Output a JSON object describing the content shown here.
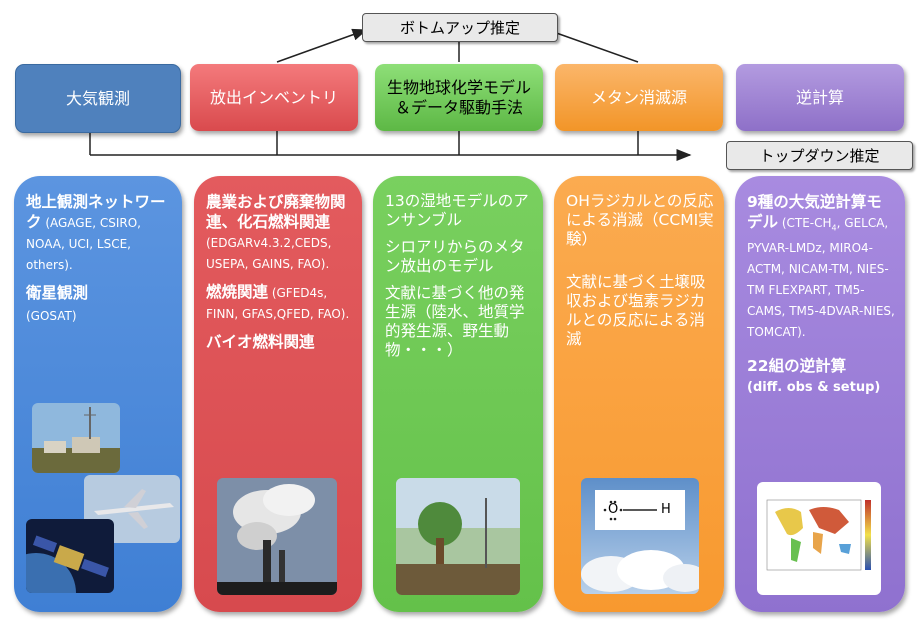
{
  "bottom_up_label": "ボトムアップ推定",
  "top_down_label": "トップダウン推定",
  "headers": {
    "atm": "大気観測",
    "inventory": "放出インベントリ",
    "bio_line1": "生物地球化学モデル",
    "bio_line2": "＆データ駆動手法",
    "sink": "メタン消滅源",
    "inverse": "逆計算"
  },
  "col1": {
    "big1": "地上観測ネットワーク",
    "sm1": " (AGAGE, CSIRO, NOAA, UCI, LSCE, others).",
    "big2": "衛星観測",
    "sm2": "(GOSAT)"
  },
  "col2": {
    "big1": "農業および廃棄物関連、化石燃料関連",
    "sm1": "(EDGARv4.3.2,CEDS, USEPA, GAINS, FAO).",
    "big2": "燃焼関連",
    "sm2": " (GFED4s, FINN, GFAS,QFED, FAO).",
    "big3": "バイオ燃料関連"
  },
  "col3": {
    "p1": "13の湿地モデルのアンサンブル",
    "p2": "シロアリからのメタン放出のモデル",
    "p3": "文献に基づく他の発生源（陸水、地質学的発生源、野生動物・・・）"
  },
  "col4": {
    "p1_a": "OHラジカルとの反応による消滅",
    "p1_b": "（CCMI実験）",
    "p2": "文献に基づく土壌吸収および塩素ラジカルとの反応による消滅"
  },
  "col5": {
    "big1": "9種の大気逆計算モデル",
    "sm1_a": " (CTE-CH",
    "sm1_sub": "4",
    "sm1_b": ", GELCA, PYVAR-LMDz, MIRO4-ACTM, NICAM-TM, NIES-TM FLEXPART, TM5-CAMS, TM5-4DVAR-NIES, TOMCAT).",
    "big2": "22組の逆計算",
    "sm2": "(diff. obs & setup)"
  },
  "oh_diagram": {
    "o": "O",
    "h": "H"
  },
  "colors": {
    "blue": "#4f81bd",
    "red": "#e2575a",
    "green": "#72c95a",
    "orange": "#f8a13f",
    "purple": "#9b7fd0"
  }
}
